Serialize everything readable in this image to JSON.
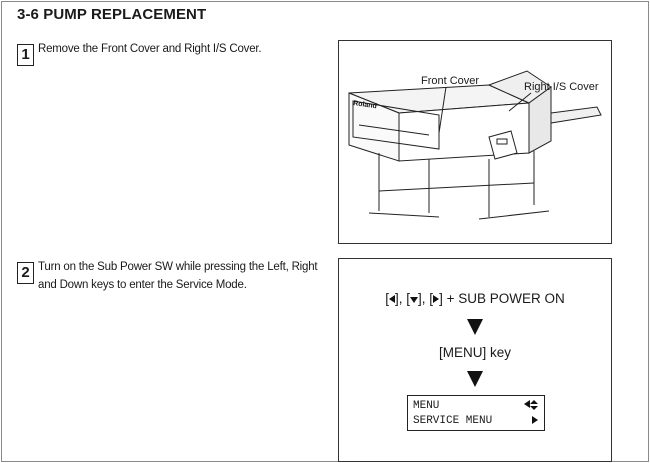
{
  "page": {
    "title": "3-6 PUMP REPLACEMENT"
  },
  "steps": [
    {
      "number": "1",
      "text": "Remove the Front Cover and Right I/S Cover."
    },
    {
      "number": "2",
      "text_line1": "Turn on the Sub Power SW while pressing the Left, Right",
      "text_line2": "and Down keys to enter the Service Mode."
    }
  ],
  "figure1": {
    "label_front_cover": "Front Cover",
    "label_right_cover": "Right I/S Cover",
    "logo_text": "Roland"
  },
  "figure2": {
    "line1_parts": [
      "[",
      "], [",
      "], [",
      "] + SUB POWER ON"
    ],
    "line2": "[MENU] key",
    "lcd": {
      "row1": "MENU",
      "row2": "SERVICE MENU"
    }
  }
}
